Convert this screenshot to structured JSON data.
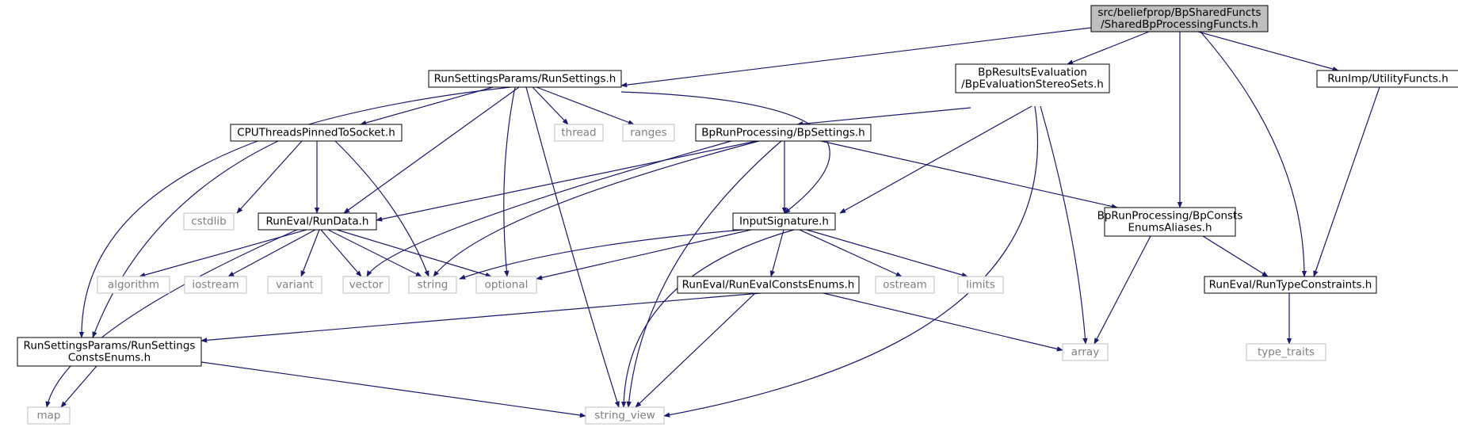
{
  "graph": {
    "edge_color": "#191970",
    "root_fill": "#bfbfbf",
    "internal_stroke": "#000000",
    "external_stroke": "#bfbfbf",
    "external_text_color": "#7f7f7f",
    "nodes": [
      {
        "id": "root",
        "lines": [
          "src/beliefprop/BpSharedFuncts",
          "/SharedBpProcessingFuncts.h"
        ],
        "kind": "root"
      },
      {
        "id": "runsettings",
        "lines": [
          "RunSettingsParams/RunSettings.h"
        ],
        "kind": "internal"
      },
      {
        "id": "bpresults",
        "lines": [
          "BpResultsEvaluation",
          "/BpEvaluationStereoSets.h"
        ],
        "kind": "internal"
      },
      {
        "id": "utilityfuncts",
        "lines": [
          "RunImp/UtilityFuncts.h"
        ],
        "kind": "internal"
      },
      {
        "id": "cputhreads",
        "lines": [
          "CPUThreadsPinnedToSocket.h"
        ],
        "kind": "internal"
      },
      {
        "id": "thread",
        "lines": [
          "thread"
        ],
        "kind": "external"
      },
      {
        "id": "ranges",
        "lines": [
          "ranges"
        ],
        "kind": "external"
      },
      {
        "id": "bpsettings",
        "lines": [
          "BpRunProcessing/BpSettings.h"
        ],
        "kind": "internal"
      },
      {
        "id": "cstdlib",
        "lines": [
          "cstdlib"
        ],
        "kind": "external"
      },
      {
        "id": "rundata",
        "lines": [
          "RunEval/RunData.h"
        ],
        "kind": "internal"
      },
      {
        "id": "inputsig",
        "lines": [
          "InputSignature.h"
        ],
        "kind": "internal"
      },
      {
        "id": "bpconsts",
        "lines": [
          "BpRunProcessing/BpConsts",
          "EnumsAliases.h"
        ],
        "kind": "internal"
      },
      {
        "id": "algorithm",
        "lines": [
          "algorithm"
        ],
        "kind": "external"
      },
      {
        "id": "iostream",
        "lines": [
          "iostream"
        ],
        "kind": "external"
      },
      {
        "id": "variant",
        "lines": [
          "variant"
        ],
        "kind": "external"
      },
      {
        "id": "vector",
        "lines": [
          "vector"
        ],
        "kind": "external"
      },
      {
        "id": "string",
        "lines": [
          "string"
        ],
        "kind": "external"
      },
      {
        "id": "optional",
        "lines": [
          "optional"
        ],
        "kind": "external"
      },
      {
        "id": "runevalconsts",
        "lines": [
          "RunEval/RunEvalConstsEnums.h"
        ],
        "kind": "internal"
      },
      {
        "id": "ostream",
        "lines": [
          "ostream"
        ],
        "kind": "external"
      },
      {
        "id": "limits",
        "lines": [
          "limits"
        ],
        "kind": "external"
      },
      {
        "id": "runtypeconstraints",
        "lines": [
          "RunEval/RunTypeConstraints.h"
        ],
        "kind": "internal"
      },
      {
        "id": "runsettingsconsts",
        "lines": [
          "RunSettingsParams/RunSettings",
          "ConstsEnums.h"
        ],
        "kind": "internal"
      },
      {
        "id": "array",
        "lines": [
          "array"
        ],
        "kind": "external"
      },
      {
        "id": "type_traits",
        "lines": [
          "type_traits"
        ],
        "kind": "external"
      },
      {
        "id": "map",
        "lines": [
          "map"
        ],
        "kind": "external"
      },
      {
        "id": "string_view",
        "lines": [
          "string_view"
        ],
        "kind": "external"
      }
    ],
    "edges": [
      {
        "from": "root",
        "to": "runsettings"
      },
      {
        "from": "root",
        "to": "bpresults"
      },
      {
        "from": "root",
        "to": "utilityfuncts"
      },
      {
        "from": "root",
        "to": "bpconsts"
      },
      {
        "from": "root",
        "to": "runtypeconstraints"
      },
      {
        "from": "runsettings",
        "to": "cputhreads"
      },
      {
        "from": "runsettings",
        "to": "thread"
      },
      {
        "from": "runsettings",
        "to": "ranges"
      },
      {
        "from": "runsettings",
        "to": "rundata"
      },
      {
        "from": "runsettings",
        "to": "optional"
      },
      {
        "from": "runsettings",
        "to": "string_view"
      },
      {
        "from": "runsettings",
        "to": "inputsig"
      },
      {
        "from": "runsettings",
        "to": "runsettingsconsts"
      },
      {
        "from": "cputhreads",
        "to": "cstdlib"
      },
      {
        "from": "cputhreads",
        "to": "rundata"
      },
      {
        "from": "cputhreads",
        "to": "string"
      },
      {
        "from": "cputhreads",
        "to": "runsettingsconsts"
      },
      {
        "from": "bpresults",
        "to": "bpsettings"
      },
      {
        "from": "bpresults",
        "to": "inputsig"
      },
      {
        "from": "bpresults",
        "to": "array"
      },
      {
        "from": "bpresults",
        "to": "string_view"
      },
      {
        "from": "bpsettings",
        "to": "rundata"
      },
      {
        "from": "bpsettings",
        "to": "vector"
      },
      {
        "from": "bpsettings",
        "to": "string"
      },
      {
        "from": "bpsettings",
        "to": "string_view"
      },
      {
        "from": "bpsettings",
        "to": "inputsig"
      },
      {
        "from": "bpsettings",
        "to": "bpconsts"
      },
      {
        "from": "rundata",
        "to": "map"
      },
      {
        "from": "rundata",
        "to": "algorithm"
      },
      {
        "from": "rundata",
        "to": "iostream"
      },
      {
        "from": "rundata",
        "to": "variant"
      },
      {
        "from": "rundata",
        "to": "vector"
      },
      {
        "from": "rundata",
        "to": "string"
      },
      {
        "from": "rundata",
        "to": "optional"
      },
      {
        "from": "inputsig",
        "to": "string"
      },
      {
        "from": "inputsig",
        "to": "optional"
      },
      {
        "from": "inputsig",
        "to": "string_view"
      },
      {
        "from": "inputsig",
        "to": "runevalconsts"
      },
      {
        "from": "inputsig",
        "to": "ostream"
      },
      {
        "from": "inputsig",
        "to": "limits"
      },
      {
        "from": "runevalconsts",
        "to": "runsettingsconsts"
      },
      {
        "from": "runevalconsts",
        "to": "string_view"
      },
      {
        "from": "runevalconsts",
        "to": "array"
      },
      {
        "from": "bpconsts",
        "to": "array"
      },
      {
        "from": "bpconsts",
        "to": "runtypeconstraints"
      },
      {
        "from": "utilityfuncts",
        "to": "runtypeconstraints"
      },
      {
        "from": "runtypeconstraints",
        "to": "type_traits"
      },
      {
        "from": "runsettingsconsts",
        "to": "map"
      },
      {
        "from": "runsettingsconsts",
        "to": "string_view"
      }
    ]
  }
}
